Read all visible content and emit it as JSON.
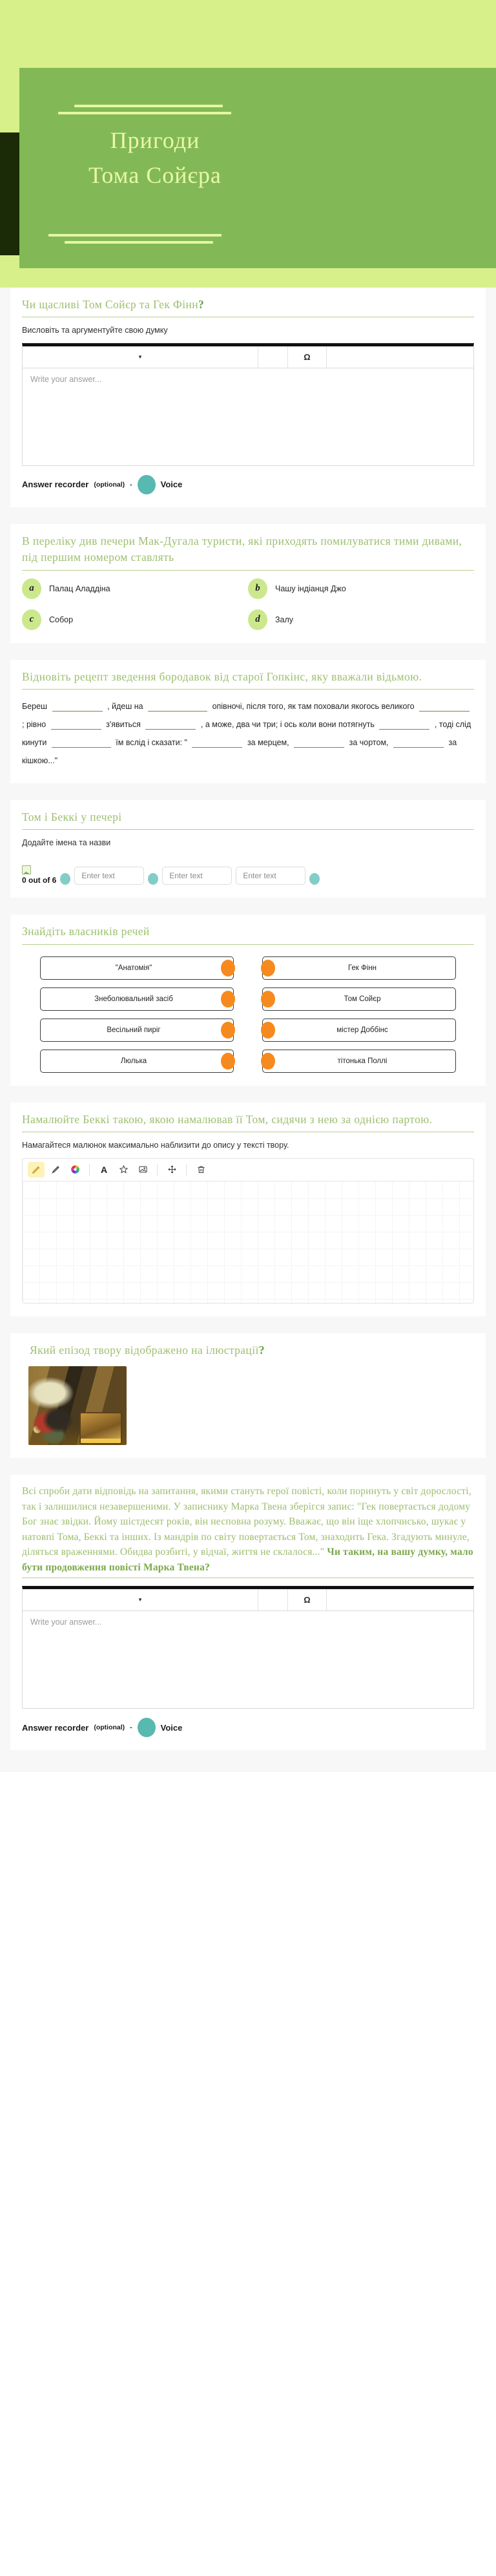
{
  "hero": {
    "title_line1": "Пригоди",
    "title_line2": "Тома  Сойєра"
  },
  "sections": {
    "q1": {
      "title": "Чи щасливі Том Сойєр та Гек Фінн",
      "title_mark": "?",
      "subtitle": "Висловіть та аргументуйте свою думку",
      "editor": {
        "style_caret": "▾",
        "omega": "Ω",
        "placeholder": "Write your answer..."
      },
      "recorder": {
        "label": "Answer recorder",
        "optional": "(optional)",
        "dash": "-",
        "voice": "Voice",
        "mic_icon": "microphone-icon"
      }
    },
    "q2": {
      "title": "В переліку див печери Мак-Дугала туристи, які приходять помилуватися тими дивами, під першим номером ставлять",
      "options": [
        {
          "key": "a",
          "label": "Палац Аладдіна"
        },
        {
          "key": "b",
          "label": "Чашу індіанця Джо"
        },
        {
          "key": "c",
          "label": "Собор"
        },
        {
          "key": "d",
          "label": "Залу"
        }
      ]
    },
    "q3": {
      "title": "Відновіть рецепт зведення бородавок від старої Гопкінс, яку вважали відьмою.",
      "cloze": [
        {
          "t": "text",
          "v": "Береш"
        },
        {
          "t": "blank",
          "v": ""
        },
        {
          "t": "text",
          "v": ", йдеш на"
        },
        {
          "t": "blank",
          "v": ""
        },
        {
          "t": "text",
          "v": "опівночі, після того, як там поховали якогось великого"
        },
        {
          "t": "blank",
          "v": ""
        },
        {
          "t": "text",
          "v": "; рівно"
        },
        {
          "t": "blank",
          "v": ""
        },
        {
          "t": "text",
          "v": "з'явиться"
        },
        {
          "t": "blank",
          "v": ""
        },
        {
          "t": "text",
          "v": ", а може, два чи три; і ось коли вони потягнуть"
        },
        {
          "t": "blank",
          "v": ""
        },
        {
          "t": "text",
          "v": ", тоді слід кинути"
        },
        {
          "t": "blank",
          "v": ""
        },
        {
          "t": "text",
          "v": "їм вслід і сказати: \""
        },
        {
          "t": "blank",
          "v": ""
        },
        {
          "t": "text",
          "v": "за мерцем,"
        },
        {
          "t": "blank",
          "v": ""
        },
        {
          "t": "text",
          "v": "за чортом,"
        },
        {
          "t": "blank",
          "v": ""
        },
        {
          "t": "text",
          "v": "за кішкою...\""
        }
      ]
    },
    "q4": {
      "title": "Том і Беккі у печері",
      "subtitle": "Додайте імена та назви",
      "counter": "0 out of 6",
      "image_icon": "broken-image-icon",
      "fields": [
        {
          "placeholder": "Enter text"
        },
        {
          "placeholder": "Enter text"
        },
        {
          "placeholder": "Enter text"
        }
      ]
    },
    "q5": {
      "title": "Знайдіть власників речей",
      "pairs": [
        {
          "left": "\"Анатомія\"",
          "right": "Гек Фінн"
        },
        {
          "left": "Знеболювальний засіб",
          "right": "Том Сойєр"
        },
        {
          "left": "Весільний пиріг",
          "right": "містер Доббінс"
        },
        {
          "left": "Люлька",
          "right": "тітонька Поллі"
        }
      ]
    },
    "q6": {
      "title": "Намалюйте Беккі такою, якою намалював її Том, сидячи з нею за однією партою.",
      "subtitle": "Намагайтеся малюнок максимально наблизити до опису у тексті твору.",
      "tools": [
        {
          "name": "pencil-icon",
          "glyph": "✏",
          "active": true
        },
        {
          "name": "brush-icon",
          "glyph": "🖌",
          "active": false
        },
        {
          "name": "color-wheel-icon",
          "glyph": "◉",
          "active": false
        },
        {
          "name": "text-icon",
          "glyph": "A",
          "active": false
        },
        {
          "name": "star-icon",
          "glyph": "☆",
          "active": false
        },
        {
          "name": "image-icon",
          "glyph": "▧",
          "active": false
        },
        {
          "name": "move-icon",
          "glyph": "✛",
          "active": false
        },
        {
          "name": "trash-icon",
          "glyph": "🗑",
          "active": false
        }
      ]
    },
    "q7": {
      "title": "Який епізод твору відображено на ілюстрації",
      "title_mark": "?",
      "image_alt": "illustration-tom-and-huck-treasure-chest"
    },
    "q8": {
      "passage_plain": "Всі спроби дати відповідь на запитання, якими стануть герої повісті, коли поринуть у світ дорослості, так і залишилися незавершеними. У записнику Марка Твена зберігся запис: \"Гек повертається додому Бог знає звідки. Йому шістдесят років, він несповна розуму. Вважає, що він іще хлопчисько, шукає у натовпі Тома, Беккі та інших. Із мандрів по світу повертається Том, знаходить Гека. Згадують минуле, діляться враженнями. Обидва розбиті, у відчаї, життя не склалося...\"",
      "passage_bold": "Чи таким, на вашу думку, мало бути продовження повісті Марка Твена",
      "passage_mark": "?",
      "editor": {
        "style_caret": "▾",
        "omega": "Ω",
        "placeholder": "Write your answer..."
      },
      "recorder": {
        "label": "Answer recorder",
        "optional": "(optional)",
        "dash": "-",
        "voice": "Voice",
        "mic_icon": "microphone-icon"
      }
    }
  },
  "colors": {
    "hero_bg": "#d7f08a",
    "hero_panel": "#82b956",
    "heading_green": "#9dbf6e",
    "accent_orange": "#f68a1e",
    "accent_teal": "#57b9b0",
    "bubble_green": "#cbe88c"
  }
}
